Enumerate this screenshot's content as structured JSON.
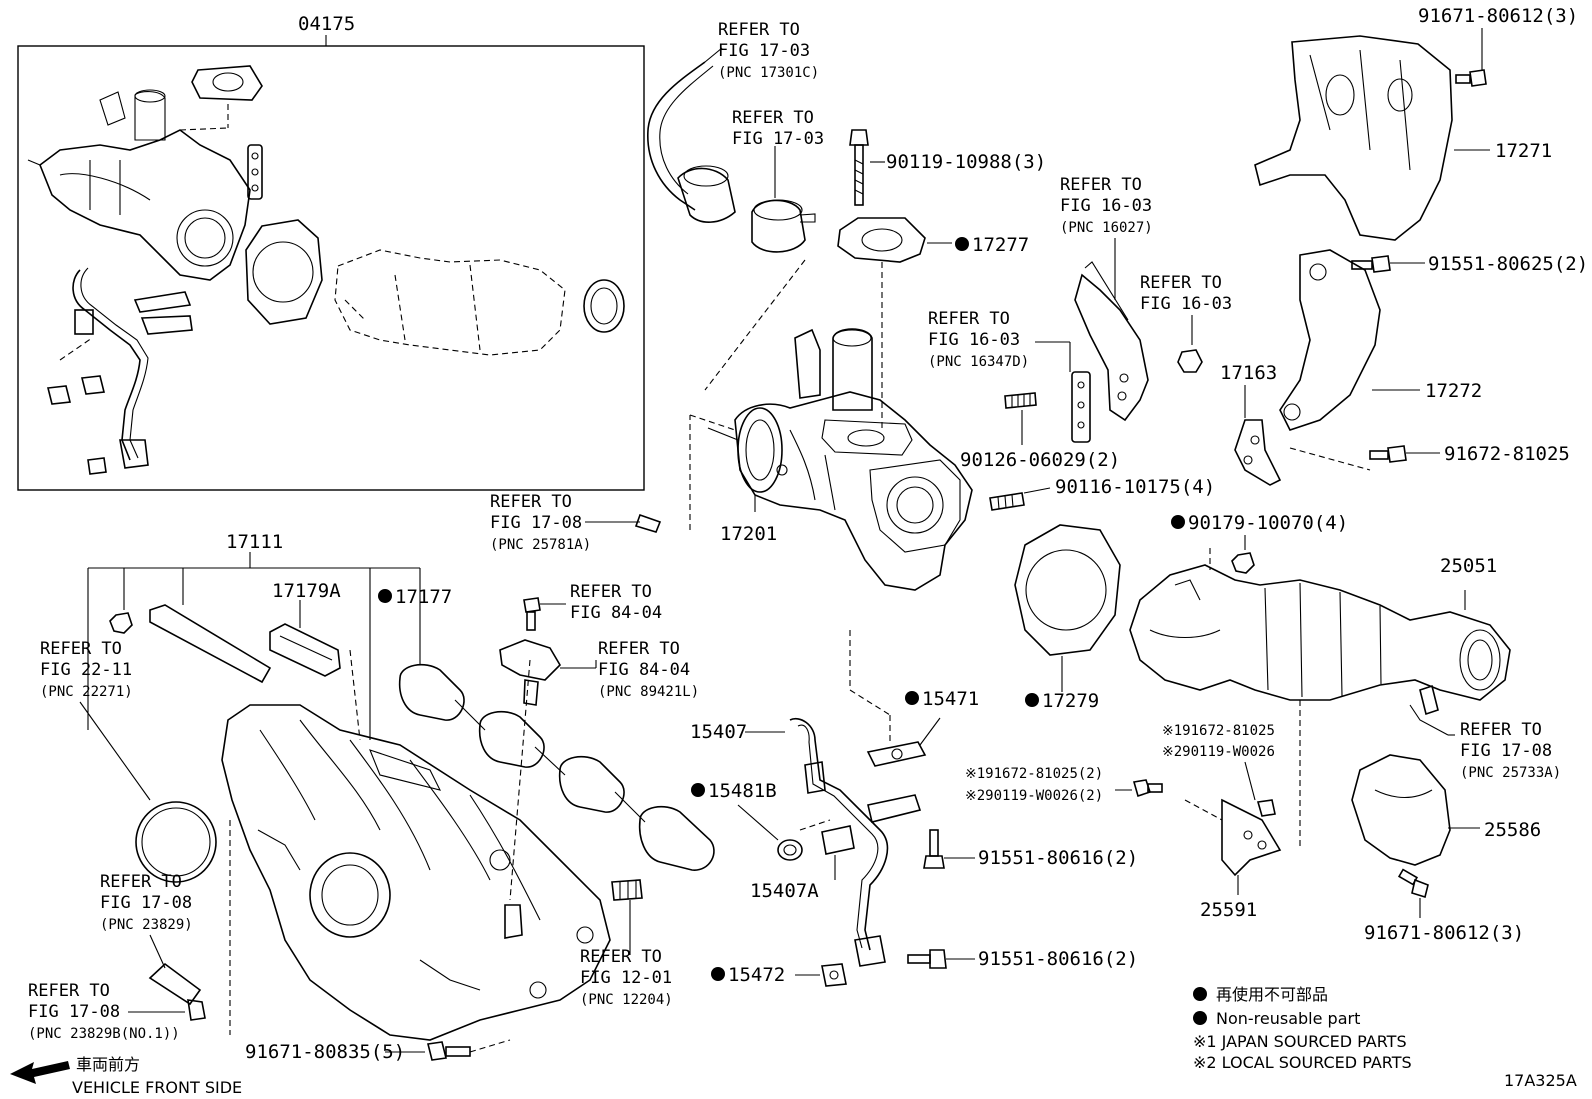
{
  "diagram": {
    "box_part": "04175",
    "parts": {
      "p17271": "17271",
      "p91671_80612_top": "91671-80612(3)",
      "p91551_80625": "91551-80625(2)",
      "p17272": "17272",
      "p91672_81025": "91672-81025",
      "p17163": "17163",
      "p90119_10988": "90119-10988(3)",
      "p17277": "17277",
      "p90126_06029": "90126-06029(2)",
      "p90116_10175": "90116-10175(4)",
      "p17201": "17201",
      "p90179_10070": "90179-10070(4)",
      "p25051": "25051",
      "p17111": "17111",
      "p17179A": "17179A",
      "p17177": "17177",
      "p15471": "15471",
      "p17279": "17279",
      "p15407": "15407",
      "p15481B": "15481B",
      "p15407A": "15407A",
      "p91551_80616_a": "91551-80616(2)",
      "p91551_80616_b": "91551-80616(2)",
      "p15472": "15472",
      "p25591": "25591",
      "p25586": "25586",
      "p91671_80612_bot": "91671-80612(3)",
      "p91671_80835": "91671-80835(5)",
      "p91672_81025_2": "※191672-81025(2)",
      "p90119_W0026_2": "※290119-W0026(2)",
      "p91672_81025_m": "※191672-81025",
      "p90119_W0026_m": "※290119-W0026"
    },
    "refs": {
      "r1703_pnc": {
        "a": "REFER TO",
        "b": "FIG 17-03",
        "c": "(PNC 17301C)"
      },
      "r1703": {
        "a": "REFER TO",
        "b": "FIG 17-03"
      },
      "r1603_pnc": {
        "a": "REFER TO",
        "b": "FIG 16-03",
        "c": "(PNC 16027)"
      },
      "r1603": {
        "a": "REFER TO",
        "b": "FIG 16-03"
      },
      "r1603_d": {
        "a": "REFER TO",
        "b": "FIG 16-03",
        "c": "(PNC 16347D)"
      },
      "r1708_a": {
        "a": "REFER TO",
        "b": "FIG 17-08",
        "c": "(PNC 25781A)"
      },
      "r8404": {
        "a": "REFER TO",
        "b": "FIG 84-04"
      },
      "r8404_l": {
        "a": "REFER TO",
        "b": "FIG 84-04",
        "c": "(PNC 89421L)"
      },
      "r2211": {
        "a": "REFER TO",
        "b": "FIG 22-11",
        "c": "(PNC 22271)"
      },
      "r1708_b": {
        "a": "REFER TO",
        "b": "FIG 17-08",
        "c": "(PNC 25733A)"
      },
      "r1708_c": {
        "a": "REFER TO",
        "b": "FIG 17-08",
        "c": "(PNC 23829)"
      },
      "r1708_d": {
        "a": "REFER TO",
        "b": "FIG 17-08",
        "c": "(PNC 23829B(NO.1))"
      },
      "r1201": {
        "a": "REFER TO",
        "b": "FIG 12-01",
        "c": "(PNC 12204)"
      }
    },
    "legend": {
      "jp": "再使用不可部品",
      "en": "Non-reusable part",
      "note1": "※1 JAPAN SOURCED PARTS",
      "note2": "※2 LOCAL SOURCED PARTS"
    },
    "front": {
      "jp": "車両前方",
      "en": "VEHICLE FRONT SIDE"
    },
    "code": "17A325A"
  }
}
